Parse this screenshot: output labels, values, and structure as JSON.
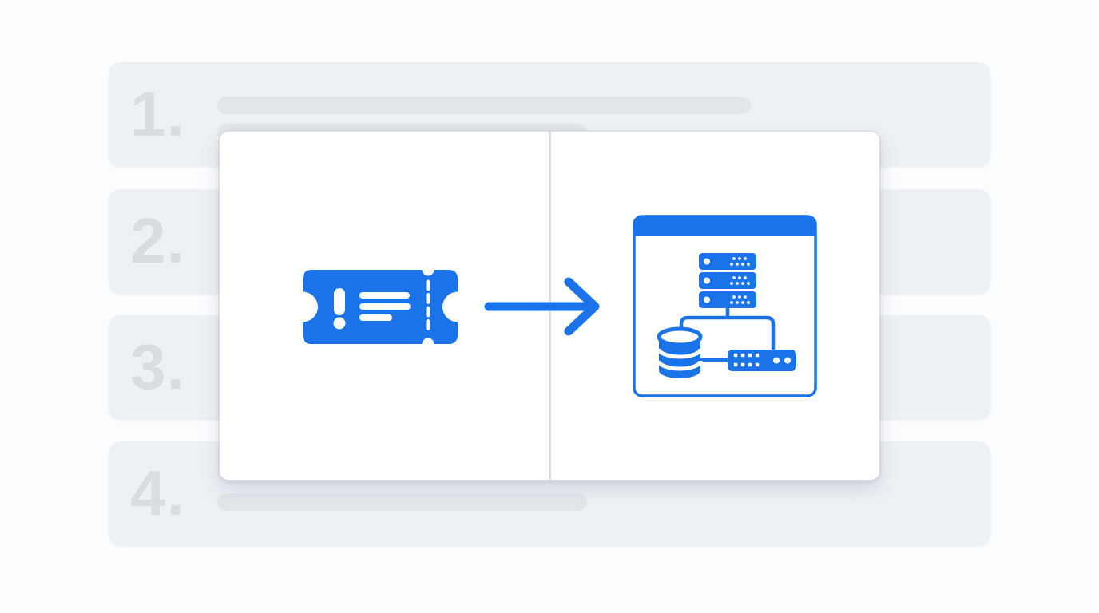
{
  "illustration": {
    "description": "Four-step numbered placeholder list with an overlay card showing a ticket routed to a server system in a browser window",
    "accent_color": "#1a73e8",
    "row_fill_color": "#edf1f4",
    "bar_fill_color": "#e2e6ea",
    "number_color": "#d9dde2",
    "divider_color": "#d6d9dc",
    "card_background": "#ffffff"
  },
  "steps": [
    {
      "number": "1."
    },
    {
      "number": "2."
    },
    {
      "number": "3."
    },
    {
      "number": "4."
    }
  ],
  "card": {
    "left_panel_icon": "ticket-icon",
    "connector_icon": "arrow-right-icon",
    "right_panel_icons": [
      "browser-window-icon",
      "server-rack-icon",
      "database-icon",
      "network-device-icon"
    ]
  }
}
